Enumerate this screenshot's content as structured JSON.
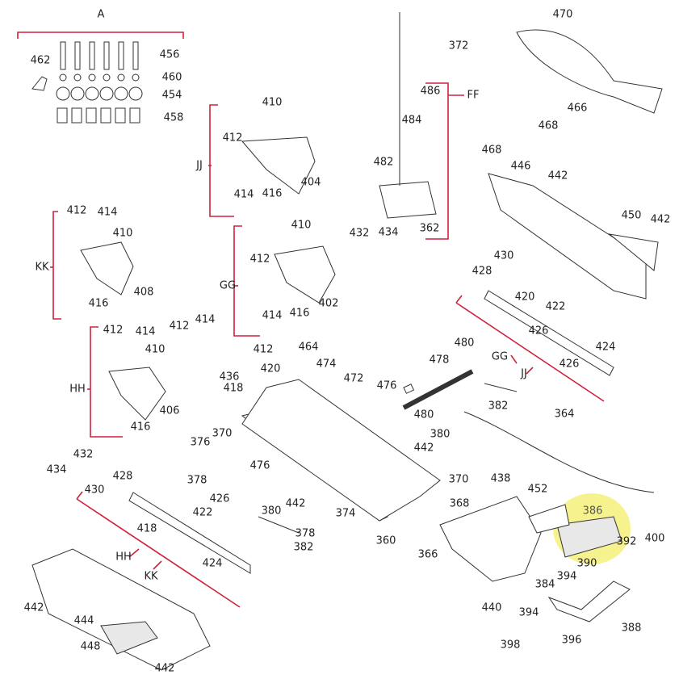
{
  "diagram": {
    "type": "exploded parts diagram",
    "highlight_color": "#f5f07a",
    "leader_color": "#d0213c",
    "highlighted_part": "386",
    "labels": [
      "A",
      "462",
      "456",
      "460",
      "454",
      "458",
      "470",
      "372",
      "486",
      "FF",
      "484",
      "482",
      "362",
      "468",
      "466",
      "468",
      "410",
      "412",
      "JJ",
      "404",
      "414",
      "416",
      "446",
      "442",
      "450",
      "442",
      "KK",
      "412",
      "414",
      "410",
      "408",
      "416",
      "410",
      "GG",
      "412",
      "402",
      "414",
      "416",
      "432",
      "434",
      "428",
      "430",
      "420",
      "422",
      "424",
      "426",
      "426",
      "GG",
      "JJ",
      "412",
      "414",
      "412",
      "412",
      "414",
      "410",
      "HH",
      "406",
      "416",
      "436",
      "464",
      "420",
      "418",
      "474",
      "472",
      "476",
      "478",
      "480",
      "480",
      "382",
      "364",
      "370",
      "376",
      "378",
      "380",
      "442",
      "370",
      "476",
      "380",
      "442",
      "374",
      "378",
      "382",
      "360",
      "368",
      "366",
      "434",
      "432",
      "428",
      "430",
      "426",
      "422",
      "418",
      "424",
      "HH",
      "KK",
      "438",
      "452",
      "386",
      "392",
      "400",
      "390",
      "394",
      "384",
      "440",
      "388",
      "394",
      "396",
      "398",
      "442",
      "444",
      "448",
      "442"
    ]
  }
}
